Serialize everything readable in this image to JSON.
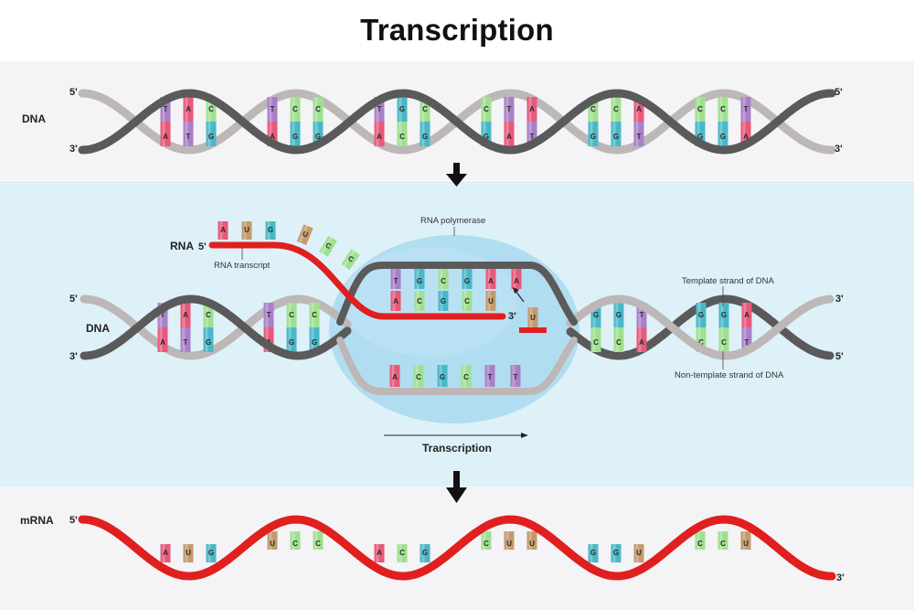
{
  "title": "Transcription",
  "colors": {
    "A": "#e8587a",
    "T": "#a97fc9",
    "C": "#9fe08f",
    "G": "#48b8c8",
    "U": "#c49a6c",
    "strand_dark": "#5a5a5a",
    "strand_light": "#bdb7b7",
    "rna": "#e01f1f",
    "polymerase": "#a9d9ef",
    "band_light": "#f4f3f6",
    "band_blue": "#def1f8"
  },
  "panel_dna": {
    "label": "DNA",
    "end_top_left": "5'",
    "end_bottom_left": "3'",
    "end_top_right": "5'",
    "end_bottom_right": "3'",
    "top_bases": [
      "T",
      "A",
      "C",
      "T",
      "C",
      "C",
      "T",
      "G",
      "C",
      "C",
      "T",
      "A",
      "C",
      "C",
      "A",
      "C",
      "C",
      "T"
    ],
    "bottom_bases": [
      "A",
      "T",
      "G",
      "A",
      "G",
      "G",
      "A",
      "C",
      "G",
      "G",
      "A",
      "T",
      "G",
      "G",
      "T",
      "G",
      "G",
      "A"
    ]
  },
  "panel_transcription": {
    "dna_label": "DNA",
    "rna_label": "RNA",
    "rna_end_5": "5'",
    "rna_end_3": "3'",
    "rna_transcript_label": "RNA transcript",
    "polymerase_label": "RNA polymerase",
    "template_label": "Template strand of DNA",
    "nontemplate_label": "Non-template strand of DNA",
    "direction_label": "Transcription",
    "end_top_left": "5'",
    "end_bottom_left": "3'",
    "end_top_right": "3'",
    "end_bottom_right": "5'",
    "left_top_bases": [
      "T",
      "A",
      "C",
      "T",
      "C",
      "C"
    ],
    "left_bottom_bases": [
      "A",
      "T",
      "G",
      "A",
      "G",
      "G"
    ],
    "rna_free_bases": [
      "A",
      "U",
      "G",
      "U",
      "C",
      "C"
    ],
    "bubble_template_bases": [
      "T",
      "G",
      "C",
      "G",
      "A"
    ],
    "bubble_rna_bases": [
      "A",
      "C",
      "G",
      "C",
      "U"
    ],
    "incoming_template_base": "A",
    "incoming_rna_base": "U",
    "bubble_nontemplate_bases": [
      "A",
      "C",
      "G",
      "C",
      "T",
      "T"
    ],
    "right_top_bases": [
      "G",
      "G",
      "T",
      "G",
      "G",
      "A"
    ],
    "right_bottom_bases": [
      "C",
      "C",
      "A",
      "C",
      "C",
      "T"
    ]
  },
  "panel_mrna": {
    "label": "mRNA",
    "end_5": "5'",
    "end_3": "3'",
    "bases": [
      "A",
      "U",
      "G",
      "U",
      "C",
      "C",
      "A",
      "C",
      "G",
      "C",
      "U",
      "U",
      "G",
      "G",
      "U",
      "C",
      "C",
      "U"
    ]
  },
  "arrows": [
    "down-arrow-1",
    "down-arrow-2"
  ]
}
